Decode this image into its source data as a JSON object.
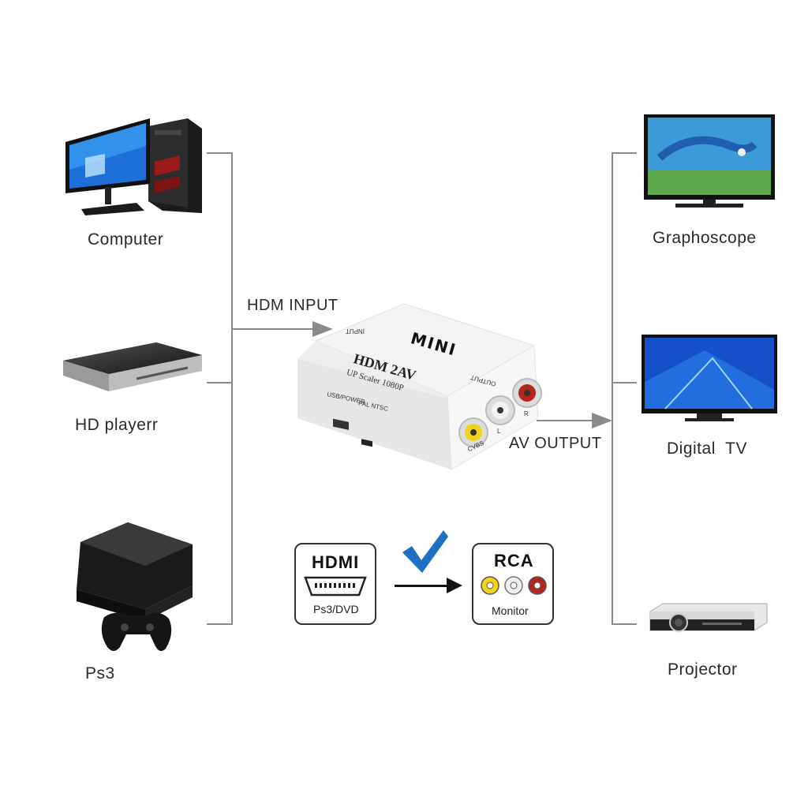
{
  "sources": [
    {
      "label": "Computer",
      "icon": "computer-icon"
    },
    {
      "label": "HD playerr",
      "icon": "hd-player-icon"
    },
    {
      "label": "Ps3",
      "icon": "ps3-console-icon"
    }
  ],
  "outputs": [
    {
      "label": "Graphoscope",
      "icon": "graphoscope-tv-icon"
    },
    {
      "label": "Digital  TV",
      "icon": "digital-tv-icon"
    },
    {
      "label": "Projector",
      "icon": "projector-icon"
    }
  ],
  "input_label": "HDM INPUT",
  "output_label": "AV OUTPUT",
  "device": {
    "brand": "MINI",
    "model": "HDM 2AV",
    "subtitle": "UP Scaler 1080P",
    "input_port": "INPUT",
    "output_port": "OUTPUT",
    "usb_label": "USB/POWER",
    "switch_label": "PAL  NTSC",
    "rca_labels": [
      "CVBS",
      "L",
      "R"
    ]
  },
  "legend": {
    "hdmi_title": "HDMI",
    "hdmi_sub": "Ps3/DVD",
    "rca_title": "RCA",
    "rca_sub": "Monitor",
    "check_icon": "checkmark-icon",
    "rca_colors": [
      "#f2d21b",
      "#e8e8e8",
      "#b3261e"
    ]
  }
}
